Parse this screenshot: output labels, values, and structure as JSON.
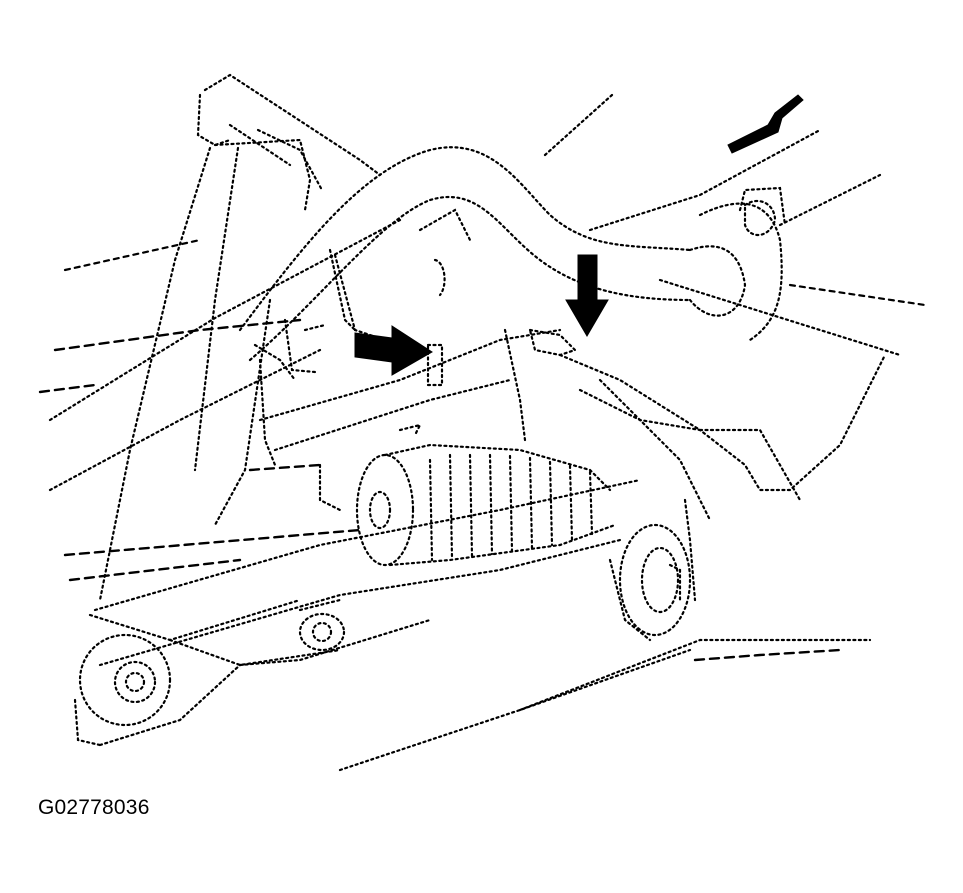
{
  "figure": {
    "code": "G02778036",
    "arrows": [
      "arrow-left-fastener",
      "arrow-right-fastener",
      "arrow-direction-forward"
    ],
    "colors": {
      "ink": "#000000",
      "background": "#ffffff"
    }
  }
}
